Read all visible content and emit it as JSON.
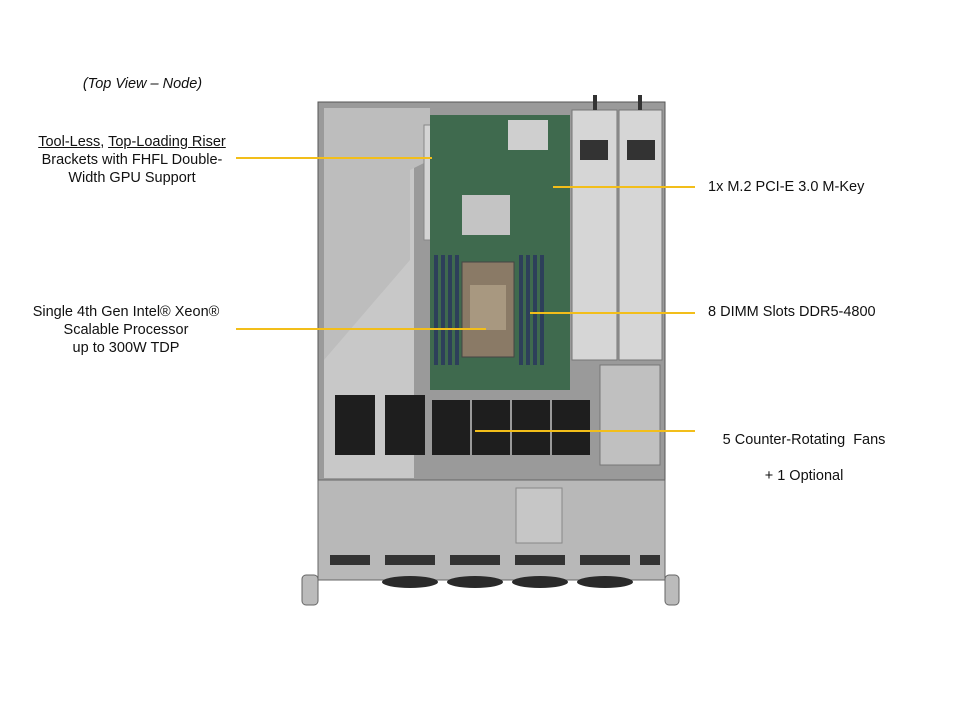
{
  "title": "(Top View – Node)",
  "callouts": {
    "riser": {
      "part1": "Tool-Less",
      "sep": ", ",
      "part2": "Top-Loading Riser",
      "line2": "Brackets with FHFL Double-",
      "line3": "Width GPU Support"
    },
    "cpu": {
      "line1": "Single 4th Gen Intel® Xeon®",
      "line2": "Scalable Processor",
      "line3": "up to 300W TDP"
    },
    "m2": {
      "line1": "1x M.2 PCI-E 3.0 M-Key"
    },
    "dimm": {
      "line1": "8 DIMM Slots DDR5-4800"
    },
    "fans": {
      "line1": "5 Counter-Rotating  Fans",
      "line2": "+ 1 Optional"
    }
  },
  "colors": {
    "leader_line": "#f2be1a"
  }
}
